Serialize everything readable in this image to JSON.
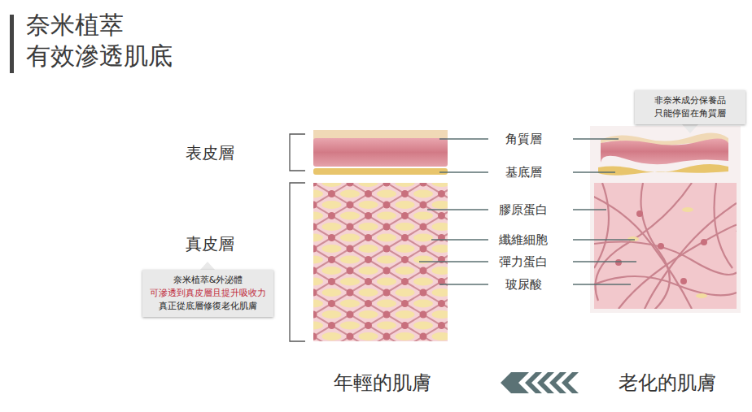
{
  "diagram": {
    "title": "奈米植萃 有效滲透肌底",
    "nodes": [
      {
        "text": [
          "非奈米成分保養品 只能停留在角質層"
        ]
      },
      {
        "text": [
          "奈米植萃&外泌體",
          "可滲透到真皮層且提升吸收力",
          "真正從底層修復老化肌膚"
        ]
      }
    ],
    "labels": [
      "表皮層",
      "角質層",
      "基底層",
      "真皮層",
      "膠原蛋白",
      "纖維細胞",
      "彈力蛋白",
      "玻尿酸",
      "年輕的肌膚",
      "老化的肌膚"
    ]
  }
}
